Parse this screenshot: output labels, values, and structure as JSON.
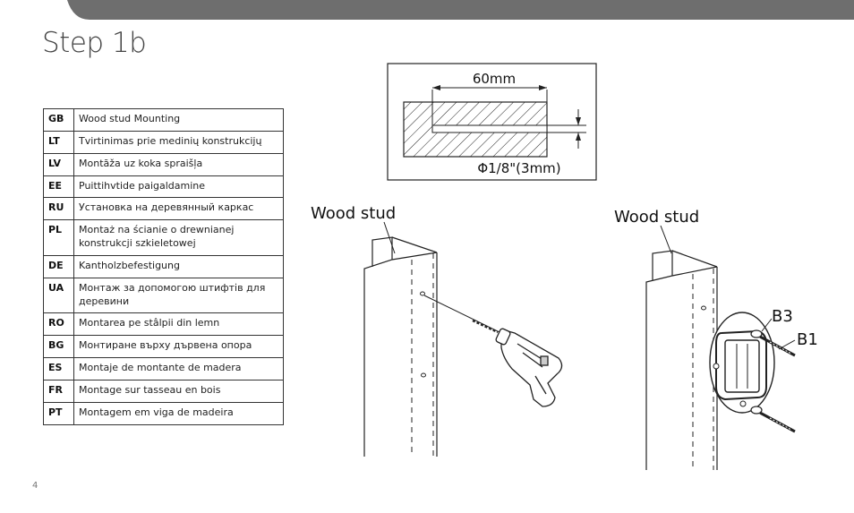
{
  "page": {
    "title": "Step 1b",
    "page_number": "4",
    "header_color": "#6e6e6e"
  },
  "languages": [
    {
      "code": "GB",
      "text": "Wood stud Mounting"
    },
    {
      "code": "LT",
      "text": "Tvirtinimas prie medinių konstrukcijų"
    },
    {
      "code": "LV",
      "text": "Montāža uz koka spraišļa"
    },
    {
      "code": "EE",
      "text": "Puittihvtide paigaldamine"
    },
    {
      "code": "RU",
      "text": "Установка на деревянный каркас"
    },
    {
      "code": "PL",
      "text": "Montaż na ścianie o drewnianej konstrukcji szkieletowej"
    },
    {
      "code": "DE",
      "text": "Kantholzbefestigung"
    },
    {
      "code": "UA",
      "text": "Монтаж за допомогою штифтів для деревини"
    },
    {
      "code": "RO",
      "text": "Montarea pe stâlpii din lemn"
    },
    {
      "code": "BG",
      "text": "Монтиране върху дървена опора"
    },
    {
      "code": "ES",
      "text": "Montaje de montante de madera"
    },
    {
      "code": "FR",
      "text": "Montage sur tasseau en bois"
    },
    {
      "code": "PT",
      "text": "Montagem em viga de madeira"
    }
  ],
  "hole_detail": {
    "depth_label": "60mm",
    "diameter_label": "Φ1/8\"(3mm)"
  },
  "drill_illustration": {
    "label": "Wood stud"
  },
  "mount_illustration": {
    "label": "Wood stud",
    "part_b3": "B3",
    "part_b1": "B1"
  }
}
